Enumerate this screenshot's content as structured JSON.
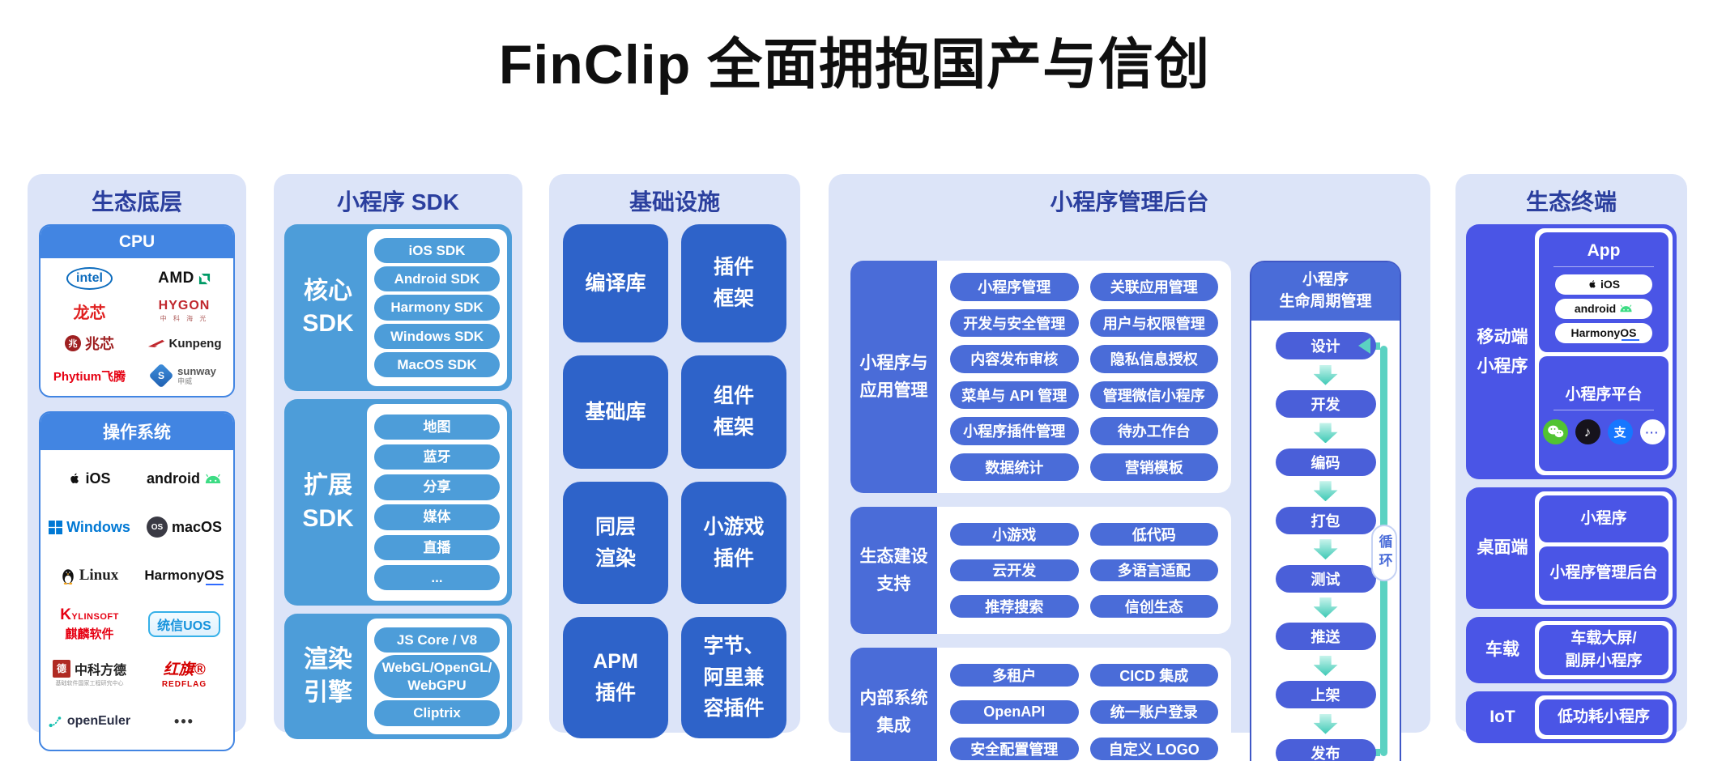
{
  "title": "FinClip 全面拥抱国产与信创",
  "columns": {
    "eco_base": {
      "title": "生态底层",
      "cpu": {
        "header": "CPU",
        "logos": [
          {
            "name": "intel"
          },
          {
            "name": "AMD"
          },
          {
            "name": "龙芯"
          },
          {
            "name": "HYGON",
            "sub": "中 科 海 光"
          },
          {
            "name": "兆芯",
            "badge": "兆"
          },
          {
            "name": "Kunpeng"
          },
          {
            "name": "Phytium飞腾"
          },
          {
            "name": "sunway",
            "sub": "申威",
            "badge": "S"
          }
        ]
      },
      "os": {
        "header": "操作系统",
        "logos": [
          {
            "name": "iOS"
          },
          {
            "name": "android"
          },
          {
            "name": "Windows"
          },
          {
            "name": "macOS",
            "badge": "OS"
          },
          {
            "name": "Linux"
          },
          {
            "name": "HarmonyOS"
          },
          {
            "name": "KYLINSOFT",
            "sub": "麒麟软件"
          },
          {
            "name": "统信UOS"
          },
          {
            "name": "中科方德",
            "sub": "基础软件国家工程研究中心",
            "badge": "德"
          },
          {
            "name": "红旗®",
            "sub": "REDFLAG"
          },
          {
            "name": "openEuler"
          },
          {
            "name": "•••"
          }
        ]
      }
    },
    "sdk": {
      "title": "小程序 SDK",
      "blocks": [
        {
          "label_lines": [
            "核心",
            "SDK"
          ],
          "pills": [
            "iOS SDK",
            "Android SDK",
            "Harmony SDK",
            "Windows SDK",
            "MacOS SDK"
          ]
        },
        {
          "label_lines": [
            "扩展",
            "SDK"
          ],
          "pills": [
            "地图",
            "蓝牙",
            "分享",
            "媒体",
            "直播",
            "..."
          ]
        },
        {
          "label_lines": [
            "渲染",
            "引擎"
          ],
          "pills": [
            [
              "JS Core / V8"
            ],
            [
              "WebGL/OpenGL/",
              "WebGPU"
            ],
            [
              "Cliptrix"
            ]
          ]
        }
      ]
    },
    "infra": {
      "title": "基础设施",
      "tiles": [
        [
          "编译库"
        ],
        [
          "插件",
          "框架"
        ],
        [
          "基础库"
        ],
        [
          "组件",
          "框架"
        ],
        [
          "同层",
          "渲染"
        ],
        [
          "小游戏",
          "插件"
        ],
        [
          "APM",
          "插件"
        ],
        [
          "字节、",
          "阿里兼",
          "容插件"
        ]
      ]
    },
    "admin": {
      "title": "小程序管理后台",
      "blocks": [
        {
          "label_lines": [
            "小程序与",
            "应用管理"
          ],
          "pills": [
            "小程序管理",
            "关联应用管理",
            "开发与安全管理",
            "用户与权限管理",
            "内容发布审核",
            "隐私信息授权",
            "菜单与 API 管理",
            "管理微信小程序",
            "小程序插件管理",
            "待办工作台",
            "数据统计",
            "营销模板"
          ]
        },
        {
          "label_lines": [
            "生态建设",
            "支持"
          ],
          "pills": [
            "小游戏",
            "低代码",
            "云开发",
            "多语言适配",
            "推荐搜索",
            "信创生态"
          ]
        },
        {
          "label_lines": [
            "内部系统",
            "集成"
          ],
          "pills": [
            "多租户",
            "CICD 集成",
            "OpenAPI",
            "统一账户登录",
            "安全配置管理",
            "自定义 LOGO"
          ]
        }
      ],
      "lifecycle": {
        "header_lines": [
          "小程序",
          "生命周期管理"
        ],
        "steps": [
          "设计",
          "开发",
          "编码",
          "打包",
          "测试",
          "推送",
          "上架",
          "发布"
        ],
        "loop_label": "循环"
      }
    },
    "terminal": {
      "title": "生态终端",
      "mobile": {
        "label_lines": [
          "移动端",
          "小程序"
        ],
        "app": {
          "title": "App",
          "pills": [
            "iOS",
            "android",
            "HarmonyOS"
          ]
        },
        "platform": {
          "title": "小程序平台",
          "icons": [
            "wechat",
            "douyin",
            "alipay",
            "more"
          ],
          "glyphs": {
            "douyin": "♪",
            "alipay": "支",
            "more": "···"
          }
        }
      },
      "desktop": {
        "label_lines": [
          "桌面端"
        ],
        "tiles": [
          [
            "小程序"
          ],
          [
            "小程序管理后台"
          ]
        ]
      },
      "car": {
        "label_lines": [
          "车载"
        ],
        "tiles": [
          [
            "车载大屏/",
            "副屏小程序"
          ]
        ]
      },
      "iot": {
        "label_lines": [
          "IoT"
        ],
        "tiles": [
          [
            "低功耗小程序"
          ]
        ]
      }
    }
  },
  "colors": {
    "title_text": "#0f0f0f",
    "panel_bg": "#dce4f8",
    "panel_title": "#2b3f9e",
    "col1_blue": "#4285e2",
    "col2_blue": "#4d9dd9",
    "col3_blue": "#2e63c9",
    "col4_blue": "#4a6cd8",
    "lifecycle_pill": "#4a5fd9",
    "col5_indigo": "#4a55e6",
    "loop_teal": "#5bd2c2",
    "wechat_green": "#51c332",
    "douyin_black": "#16131c",
    "alipay_blue": "#1677ff"
  }
}
